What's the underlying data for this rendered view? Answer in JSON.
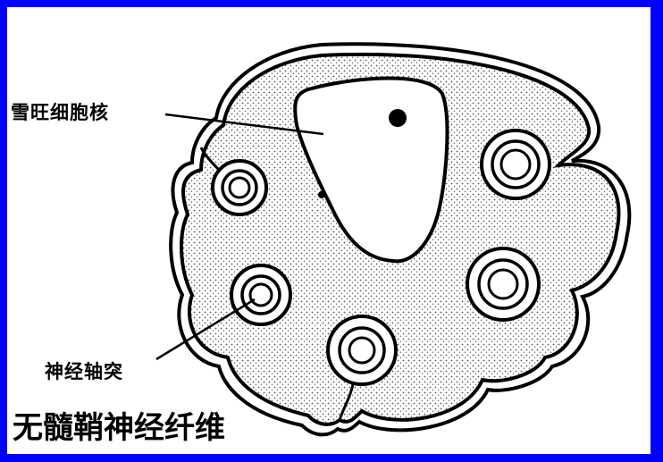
{
  "diagram": {
    "title": "无髓鞘神经纤维",
    "labels": {
      "nucleus": "雪旺细胞核",
      "axon": "神经轴突"
    }
  },
  "colors": {
    "border": "#0000ff",
    "background": "#ffffff",
    "ink": "#000000",
    "stipple": "#555555"
  }
}
